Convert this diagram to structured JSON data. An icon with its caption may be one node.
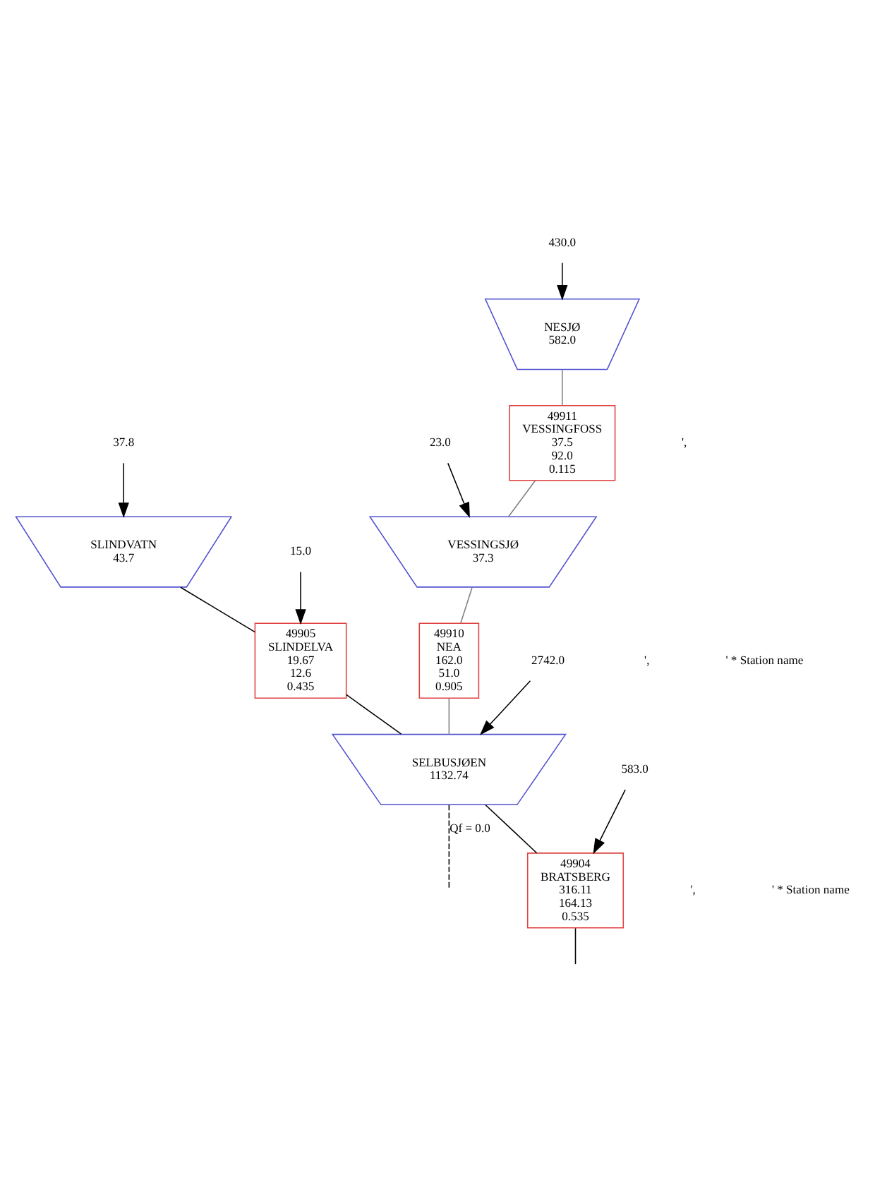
{
  "diagram": {
    "nodes": [
      {
        "text": [
          "430.0"
        ]
      },
      {
        "text": [
          "NESJØ",
          "582.0"
        ]
      },
      {
        "text": [
          "49911",
          "VESSINGFOSS",
          "37.5",
          "92.0",
          "0.115"
        ]
      },
      {
        "text": [
          "37.8"
        ]
      },
      {
        "text": [
          "SLINDVATN",
          "43.7"
        ]
      },
      {
        "text": [
          "23.0"
        ]
      },
      {
        "text": [
          "VESSINGSJØ",
          "37.3"
        ]
      },
      {
        "text": [
          "15.0"
        ]
      },
      {
        "text": [
          "49905",
          "SLINDELVA",
          "19.67",
          "12.6",
          "0.435"
        ]
      },
      {
        "text": [
          "49910",
          "NEA",
          "162.0",
          "51.0",
          "0.905"
        ]
      },
      {
        "text": [
          "2742.0"
        ]
      },
      {
        "text": [
          "SELBUSJØEN",
          "1132.74"
        ]
      },
      {
        "text": [
          "583.0"
        ]
      },
      {
        "text": [
          "49904",
          "BRATSBERG",
          "316.11",
          "164.13",
          "0.535"
        ]
      }
    ],
    "edges": [
      {
        "from": 0,
        "to": 1,
        "arrow": "to"
      },
      {
        "from": 1,
        "to": 2,
        "arrow": "none",
        "color": "#808080"
      },
      {
        "from": 2,
        "to": 6,
        "arrow": "none",
        "color": "#808080"
      },
      {
        "from": 3,
        "to": 4,
        "arrow": "to"
      },
      {
        "from": 5,
        "to": 6,
        "arrow": "to"
      },
      {
        "from": 4,
        "to": 8,
        "arrow": "none"
      },
      {
        "from": 7,
        "to": 8,
        "arrow": "to"
      },
      {
        "from": 6,
        "to": 9,
        "arrow": "none",
        "color": "#808080"
      },
      {
        "from": 8,
        "to": 11,
        "arrow": "none"
      },
      {
        "from": 9,
        "to": 11,
        "arrow": "none",
        "color": "#808080"
      },
      {
        "from": 10,
        "to": 11,
        "arrow": "to"
      },
      {
        "from": 11,
        "to": null,
        "arrow": "none",
        "style": "dashed",
        "label": "Qf = 0.0"
      },
      {
        "from": 12,
        "to": 13,
        "arrow": "to"
      },
      {
        "from": 11,
        "to": 13,
        "arrow": "none"
      },
      {
        "from": 13,
        "to": null,
        "arrow": "none"
      }
    ],
    "labels": [
      "',",
      "',",
      "' * Station name",
      "',",
      "' * Station name"
    ]
  }
}
